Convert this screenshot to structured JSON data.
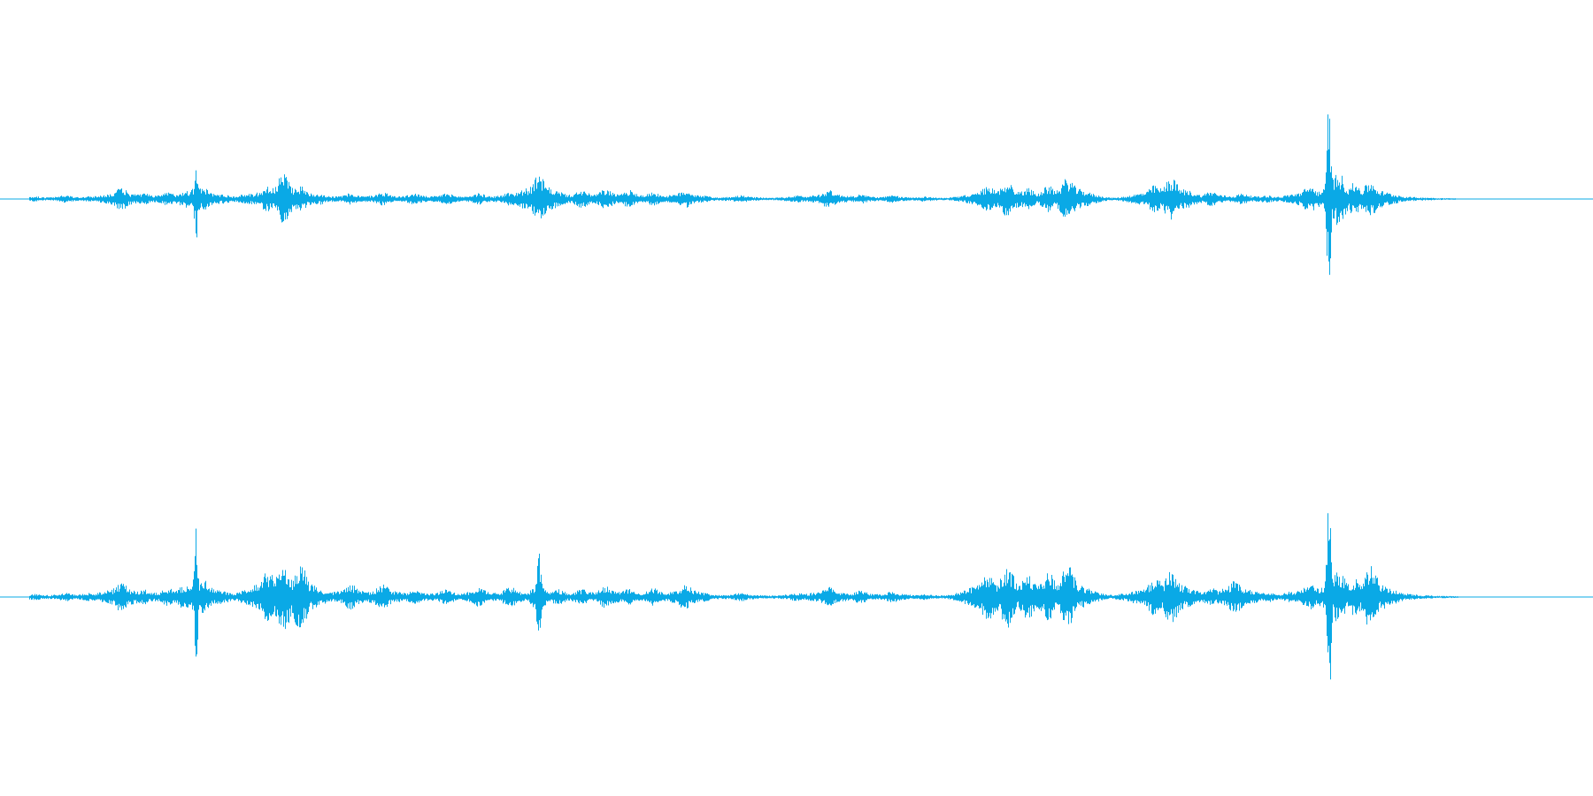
{
  "waveform": {
    "color": "#0aa9e6",
    "background": "#ffffff",
    "channels": [
      {
        "name": "",
        "peaks": [
          {
            "t": 0.022,
            "amp": 0.02
          },
          {
            "t": 0.041,
            "amp": 0.03
          },
          {
            "t": 0.055,
            "amp": 0.02
          },
          {
            "t": 0.076,
            "amp": 0.1
          },
          {
            "t": 0.09,
            "amp": 0.05
          },
          {
            "t": 0.105,
            "amp": 0.06
          },
          {
            "t": 0.116,
            "amp": 0.08
          },
          {
            "t": 0.123,
            "amp": 0.38
          },
          {
            "t": 0.128,
            "amp": 0.1
          },
          {
            "t": 0.14,
            "amp": 0.04
          },
          {
            "t": 0.155,
            "amp": 0.05
          },
          {
            "t": 0.168,
            "amp": 0.12
          },
          {
            "t": 0.178,
            "amp": 0.24
          },
          {
            "t": 0.188,
            "amp": 0.12
          },
          {
            "t": 0.2,
            "amp": 0.05
          },
          {
            "t": 0.22,
            "amp": 0.05
          },
          {
            "t": 0.24,
            "amp": 0.06
          },
          {
            "t": 0.26,
            "amp": 0.05
          },
          {
            "t": 0.28,
            "amp": 0.05
          },
          {
            "t": 0.3,
            "amp": 0.05
          },
          {
            "t": 0.32,
            "amp": 0.06
          },
          {
            "t": 0.338,
            "amp": 0.22
          },
          {
            "t": 0.35,
            "amp": 0.07
          },
          {
            "t": 0.365,
            "amp": 0.08
          },
          {
            "t": 0.38,
            "amp": 0.09
          },
          {
            "t": 0.395,
            "amp": 0.08
          },
          {
            "t": 0.41,
            "amp": 0.06
          },
          {
            "t": 0.43,
            "amp": 0.08
          },
          {
            "t": 0.438,
            "amp": 0.03
          },
          {
            "t": 0.465,
            "amp": 0.03
          },
          {
            "t": 0.5,
            "amp": 0.03
          },
          {
            "t": 0.52,
            "amp": 0.08
          },
          {
            "t": 0.54,
            "amp": 0.04
          },
          {
            "t": 0.56,
            "amp": 0.03
          },
          {
            "t": 0.58,
            "amp": 0.02
          },
          {
            "t": 0.6,
            "amp": 0.01
          },
          {
            "t": 0.62,
            "amp": 0.12
          },
          {
            "t": 0.632,
            "amp": 0.16
          },
          {
            "t": 0.645,
            "amp": 0.1
          },
          {
            "t": 0.658,
            "amp": 0.12
          },
          {
            "t": 0.67,
            "amp": 0.2
          },
          {
            "t": 0.685,
            "amp": 0.02
          },
          {
            "t": 0.712,
            "amp": 0.02
          },
          {
            "t": 0.725,
            "amp": 0.13
          },
          {
            "t": 0.735,
            "amp": 0.2
          },
          {
            "t": 0.745,
            "amp": 0.08
          },
          {
            "t": 0.76,
            "amp": 0.07
          },
          {
            "t": 0.78,
            "amp": 0.05
          },
          {
            "t": 0.795,
            "amp": 0.03
          },
          {
            "t": 0.81,
            "amp": 0.04
          },
          {
            "t": 0.822,
            "amp": 0.12
          },
          {
            "t": 0.834,
            "amp": 1.0
          },
          {
            "t": 0.84,
            "amp": 0.25
          },
          {
            "t": 0.85,
            "amp": 0.15
          },
          {
            "t": 0.86,
            "amp": 0.16
          },
          {
            "t": 0.875,
            "amp": 0.04
          },
          {
            "t": 0.895,
            "amp": 0.01
          }
        ]
      },
      {
        "name": "",
        "peaks": [
          {
            "t": 0.022,
            "amp": 0.02
          },
          {
            "t": 0.041,
            "amp": 0.03
          },
          {
            "t": 0.055,
            "amp": 0.03
          },
          {
            "t": 0.076,
            "amp": 0.12
          },
          {
            "t": 0.09,
            "amp": 0.06
          },
          {
            "t": 0.105,
            "amp": 0.07
          },
          {
            "t": 0.116,
            "amp": 0.1
          },
          {
            "t": 0.123,
            "amp": 0.58
          },
          {
            "t": 0.128,
            "amp": 0.14
          },
          {
            "t": 0.14,
            "amp": 0.05
          },
          {
            "t": 0.155,
            "amp": 0.05
          },
          {
            "t": 0.168,
            "amp": 0.22
          },
          {
            "t": 0.178,
            "amp": 0.3
          },
          {
            "t": 0.188,
            "amp": 0.28
          },
          {
            "t": 0.2,
            "amp": 0.06
          },
          {
            "t": 0.22,
            "amp": 0.1
          },
          {
            "t": 0.24,
            "amp": 0.1
          },
          {
            "t": 0.26,
            "amp": 0.06
          },
          {
            "t": 0.28,
            "amp": 0.06
          },
          {
            "t": 0.3,
            "amp": 0.08
          },
          {
            "t": 0.32,
            "amp": 0.08
          },
          {
            "t": 0.338,
            "amp": 0.38
          },
          {
            "t": 0.35,
            "amp": 0.06
          },
          {
            "t": 0.365,
            "amp": 0.06
          },
          {
            "t": 0.38,
            "amp": 0.09
          },
          {
            "t": 0.395,
            "amp": 0.07
          },
          {
            "t": 0.41,
            "amp": 0.07
          },
          {
            "t": 0.43,
            "amp": 0.1
          },
          {
            "t": 0.438,
            "amp": 0.03
          },
          {
            "t": 0.465,
            "amp": 0.03
          },
          {
            "t": 0.5,
            "amp": 0.03
          },
          {
            "t": 0.52,
            "amp": 0.08
          },
          {
            "t": 0.54,
            "amp": 0.05
          },
          {
            "t": 0.56,
            "amp": 0.04
          },
          {
            "t": 0.58,
            "amp": 0.02
          },
          {
            "t": 0.6,
            "amp": 0.01
          },
          {
            "t": 0.62,
            "amp": 0.2
          },
          {
            "t": 0.632,
            "amp": 0.26
          },
          {
            "t": 0.645,
            "amp": 0.18
          },
          {
            "t": 0.658,
            "amp": 0.2
          },
          {
            "t": 0.67,
            "amp": 0.26
          },
          {
            "t": 0.685,
            "amp": 0.02
          },
          {
            "t": 0.712,
            "amp": 0.05
          },
          {
            "t": 0.725,
            "amp": 0.16
          },
          {
            "t": 0.735,
            "amp": 0.22
          },
          {
            "t": 0.745,
            "amp": 0.08
          },
          {
            "t": 0.76,
            "amp": 0.07
          },
          {
            "t": 0.775,
            "amp": 0.14
          },
          {
            "t": 0.795,
            "amp": 0.04
          },
          {
            "t": 0.81,
            "amp": 0.04
          },
          {
            "t": 0.822,
            "amp": 0.1
          },
          {
            "t": 0.834,
            "amp": 1.0
          },
          {
            "t": 0.84,
            "amp": 0.22
          },
          {
            "t": 0.85,
            "amp": 0.15
          },
          {
            "t": 0.86,
            "amp": 0.26
          },
          {
            "t": 0.875,
            "amp": 0.05
          },
          {
            "t": 0.895,
            "amp": 0.01
          }
        ]
      }
    ]
  }
}
